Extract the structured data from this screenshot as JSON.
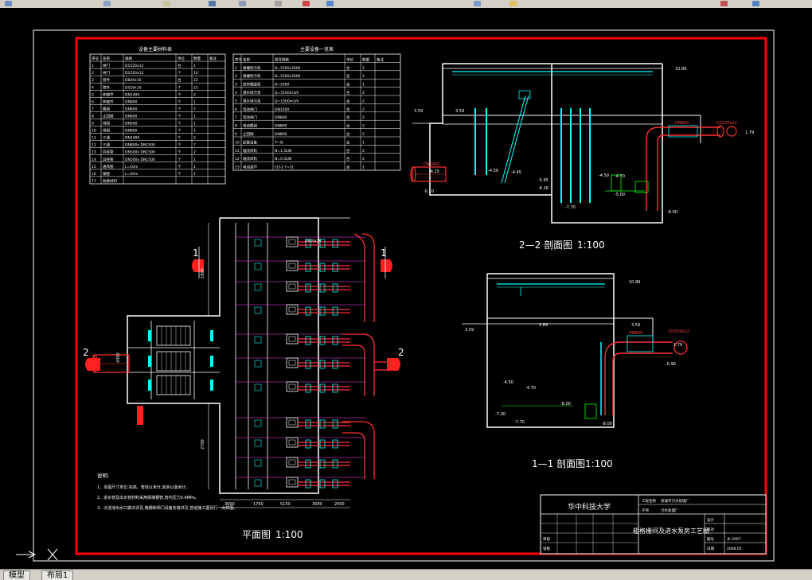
{
  "drawing": {
    "left_table_title": "设备主要材料表",
    "right_table_title": "主要设备一览表",
    "left_table_headers": [
      "序号",
      "名称",
      "规格",
      "单位",
      "数量",
      "备注"
    ],
    "left_table_rows": [
      [
        "1",
        "闸门",
        "D1520x12",
        "台",
        "1",
        ""
      ],
      [
        "2",
        "闸门",
        "D1520x12",
        "个",
        "10",
        ""
      ],
      [
        "3",
        "管件",
        "D820x10",
        "台",
        "22",
        ""
      ],
      [
        "4",
        "管件",
        "D529x10",
        "个",
        "22",
        ""
      ],
      [
        "5",
        "伸缩节",
        "DN1400",
        "个",
        "2",
        ""
      ],
      [
        "6",
        "伸缩节",
        "DN800",
        "个",
        "1",
        ""
      ],
      [
        "7",
        "蝶阀",
        "DN800",
        "个",
        "7",
        ""
      ],
      [
        "8",
        "止回阀",
        "DN800",
        "个",
        "1",
        ""
      ],
      [
        "9",
        "闸阀",
        "DN500",
        "个",
        "1",
        ""
      ],
      [
        "10",
        "闸阀",
        "DN800",
        "个",
        "1",
        ""
      ],
      [
        "11",
        "三通",
        "DN1400",
        "个",
        "2",
        ""
      ],
      [
        "12",
        "三通",
        "DN800x DN1500",
        "个",
        "7",
        ""
      ],
      [
        "13",
        "异径管",
        "DN500x DN1500",
        "个",
        "2",
        ""
      ],
      [
        "14",
        "异径管",
        "DN500x DN1500",
        "个",
        "1",
        ""
      ],
      [
        "15",
        "通风管",
        "L=10m",
        "个",
        "1",
        ""
      ],
      [
        "16",
        "钢管",
        "L=40m",
        "个",
        "1",
        ""
      ],
      [
        "17",
        "防腐材料",
        "",
        "",
        "",
        ""
      ]
    ],
    "right_table_headers": [
      "序号",
      "名称",
      "型号规格",
      "单位",
      "数量",
      "备注"
    ],
    "right_table_rows": [
      [
        "1",
        "格栅除污机",
        "B=1500x3000",
        "台",
        "2",
        ""
      ],
      [
        "2",
        "格栅除污机",
        "B=1500x3000",
        "台",
        "2",
        ""
      ],
      [
        "3",
        "皮带输送机",
        "B=1000",
        "台",
        "1",
        ""
      ],
      [
        "4",
        "潜水排污泵",
        "Q=5100m3/h",
        "台",
        "2",
        ""
      ],
      [
        "5",
        "潜水排污泵",
        "Q=1500m3/h",
        "台",
        "2",
        ""
      ],
      [
        "6",
        "电动闸门",
        "DN1500",
        "台",
        "2",
        ""
      ],
      [
        "7",
        "电动闸门",
        "DN800",
        "台",
        "2",
        ""
      ],
      [
        "8",
        "电动蝶阀",
        "DN800",
        "台",
        "2",
        ""
      ],
      [
        "9",
        "止回阀",
        "DN800",
        "台",
        "2",
        ""
      ],
      [
        "10",
        "起重设备",
        "T=5t",
        "台",
        "1",
        ""
      ],
      [
        "11",
        "轴流风机",
        "N=1.5kW",
        "台",
        "2",
        ""
      ],
      [
        "12",
        "轴流风机",
        "N=0.5kW",
        "台",
        "2",
        ""
      ],
      [
        "13",
        "电动葫芦",
        "CD-2 T=2t",
        "台",
        "1",
        ""
      ]
    ],
    "section_22_title": "2—2 剖面图",
    "section_22_scale": "1:100",
    "section_11_title": "1—1 剖面图",
    "section_11_scale": "1:100",
    "plan_title": "平面图",
    "plan_scale": "1:100",
    "notes_title": "说明:",
    "notes": [
      "1、本图尺寸单位:标高、管径以米计,其余以毫米计。",
      "2、进水管及出水管材料采用焊接钢管,管内压力0.6MPa。",
      "3、沉淀池出水口做法详见,格栅和闸门设备安装详见,管道施工图另行一大样图。"
    ],
    "elevations_22": [
      "3.59",
      "3.59",
      "-0.10",
      "-4.15",
      "-4.50",
      "-4.45",
      "-5.65",
      "-6.26",
      "-4.50",
      "-4.70",
      "-5.00",
      "-8.00",
      "-7.70",
      "1.79",
      "10.89"
    ],
    "elevations_11": [
      "10.89",
      "3.59",
      "3.69",
      "3.59",
      "1.79",
      "-0.90",
      "-4.50",
      "-4.70",
      "-8.00",
      "-7.00",
      "-7.70",
      "-8.00"
    ],
    "pipe_labels": [
      "DN1400",
      "DN800",
      "D1520x12",
      "D820x10",
      "DN800",
      "D1520x12"
    ],
    "plan_dims_bottom": [
      "3000",
      "1750",
      "5150",
      "3000",
      "2000"
    ],
    "plan_dims_left": [
      "1800",
      "4300",
      "2700"
    ],
    "section_marks": [
      "1",
      "1",
      "2",
      "2"
    ],
    "title_block": {
      "school": "华中科技大学",
      "project_label": "工程名称",
      "project_name": "某城市污水处理厂",
      "item_label": "子项",
      "item_name": "污水处理厂",
      "drawing_name": "粗格栅间及进水泵房工艺图",
      "drawing_no_label": "图号",
      "drawing_no": "水-2907",
      "date_label": "日期",
      "date": "2008.05",
      "design_label": "设计",
      "check_label": "校对",
      "approve_label": "审核",
      "sheet_label": "张数"
    }
  },
  "ui": {
    "tab_model": "模型",
    "tab_layout": "布局1"
  },
  "colors": {
    "frame_red": "#ff0000",
    "line_white": "#ffffff",
    "pipe_red": "#ff3030",
    "cyan": "#00ffff",
    "green": "#00ff00",
    "magenta": "#ff40ff",
    "yellow": "#ffff00"
  }
}
